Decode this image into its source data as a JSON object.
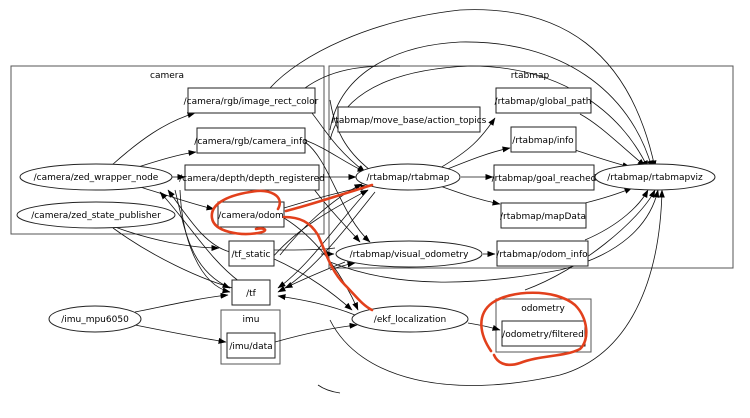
{
  "graph": {
    "clusters": {
      "camera": "camera",
      "rtabmap": "rtabmap",
      "imu": "imu",
      "odometry": "odometry"
    },
    "nodes": {
      "zed_wrapper_node": "/camera/zed_wrapper_node",
      "zed_state_publisher": "/camera/zed_state_publisher",
      "imu_mpu6050": "/imu_mpu6050",
      "rtabmap": "/rtabmap/rtabmap",
      "rtabmapviz": "/rtabmap/rtabmapviz",
      "visual_odometry": "/rtabmap/visual_odometry",
      "ekf_localization": "/ekf_localization"
    },
    "topics": {
      "image_rect_color": "/camera/rgb/image_rect_color",
      "camera_info": "/camera/rgb/camera_info",
      "depth_registered": "/camera/depth/depth_registered",
      "camera_odom": "/camera/odom",
      "tf_static": "/tf_static",
      "tf": "/tf",
      "imu_data": "/imu/data",
      "action_topics": "rtabmap/move_base/action_topics",
      "global_path": "/rtabmap/global_path",
      "info": "/rtabmap/info",
      "goal_reached": "/rtabmap/goal_reached",
      "mapData": "/rtabmap/mapData",
      "odom_info": "/rtabmap/odom_info",
      "odometry_filtered": "/odometry/filtered"
    },
    "annotations": {
      "color": "#e2401c",
      "highlighted": [
        "/camera/odom",
        "/odometry/filtered"
      ]
    }
  }
}
